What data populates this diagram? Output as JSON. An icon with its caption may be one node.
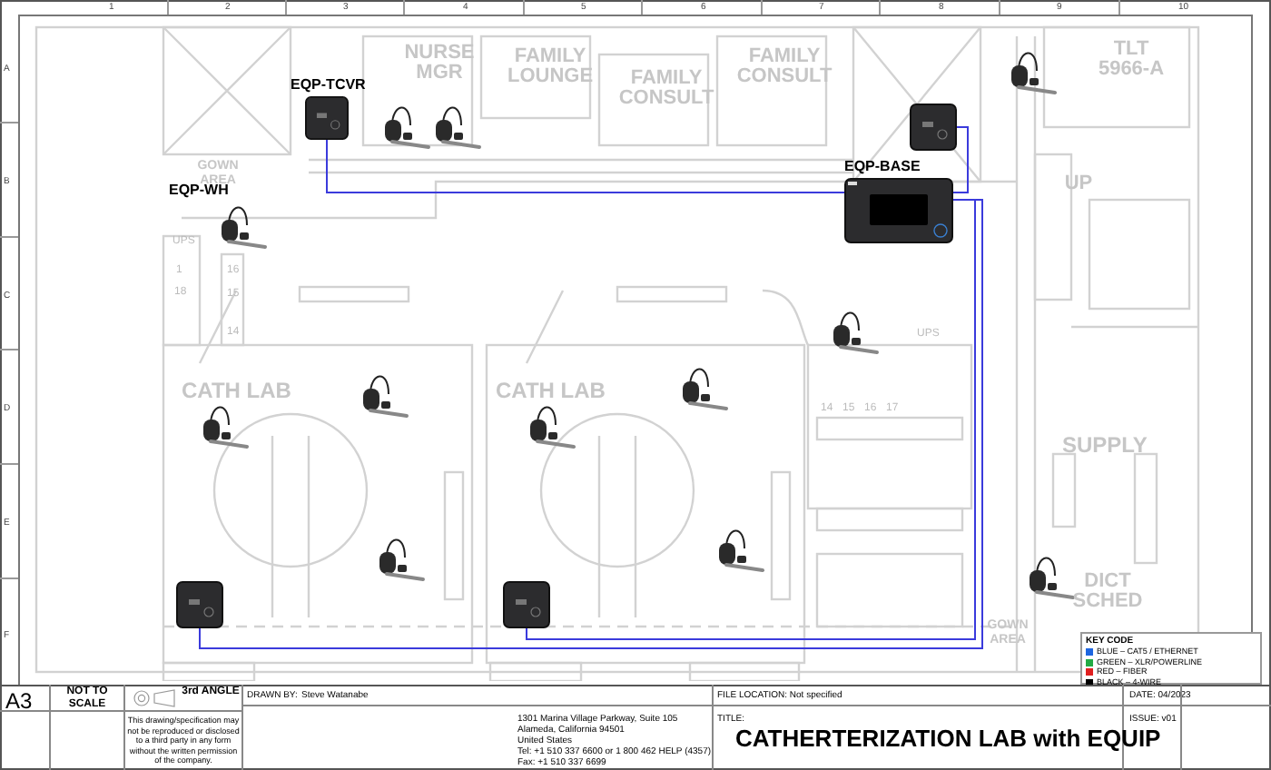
{
  "diagram": {
    "title": "CATHERTERIZATION LAB with EQUIP",
    "nodes": [
      {
        "text": [
          "EQP-TCVR"
        ]
      },
      {
        "text": [],
        "shape": "box"
      },
      {
        "text": [
          "EQP-BASE"
        ]
      },
      {
        "text": [],
        "shape": "box"
      },
      {
        "text": [],
        "shape": "box"
      }
    ],
    "edges": [
      {
        "from": 0,
        "to": 2,
        "arrow": "none"
      },
      {
        "from": 1,
        "to": 2,
        "arrow": "none"
      },
      {
        "from": 2,
        "to": 3,
        "arrow": "none"
      },
      {
        "from": 2,
        "to": 4,
        "arrow": "none"
      }
    ],
    "labels": [
      "1",
      "2",
      "3",
      "4",
      "5",
      "6",
      "7",
      "8",
      "9",
      "10",
      "A",
      "B",
      "C",
      "D",
      "E",
      "F",
      "NURSE MGR",
      "FAMILY LOUNGE",
      "FAMILY CONSULT",
      "FAMILY CONSULT",
      "TLT 5966-A",
      "GOWN AREA",
      "EQP-WH",
      "UPS",
      "UP",
      "1",
      "18",
      "16",
      "15",
      "14",
      "UPS",
      "CATH LAB",
      "CATH LAB",
      "14",
      "15",
      "16",
      "17",
      "SUPPLY",
      "DICT SCHED",
      "GOWN AREA",
      "KEY CODE",
      "A3",
      "NOT TO SCALE",
      "3rd ANGLE",
      "This drawing/specification may not be reproduced or disclosed to a third party in any form without the written permission of the company.",
      "DRAWN BY:",
      "Steve Watanabe",
      "1301 Marina Village Parkway, Suite 105",
      "Alameda, California 94501",
      "United States",
      "Tel: +1 510 337 6600 or 1 800 462 HELP (4357)",
      "Fax: +1 510 337 6699",
      "FILE LOCATION: Not specified",
      "TITLE:",
      "DATE: 04/2023",
      "ISSUE: v01"
    ],
    "legend": [
      {
        "text": "BLUE – CAT5 / ETHERNET",
        "color": "#1e66e0"
      },
      {
        "text": "GREEN – XLR/POWERLINE",
        "color": "#22aa44"
      },
      {
        "text": "RED – FIBER",
        "color": "#e02020"
      },
      {
        "text": "BLACK – 4-WIRE",
        "color": "#000000"
      }
    ]
  }
}
